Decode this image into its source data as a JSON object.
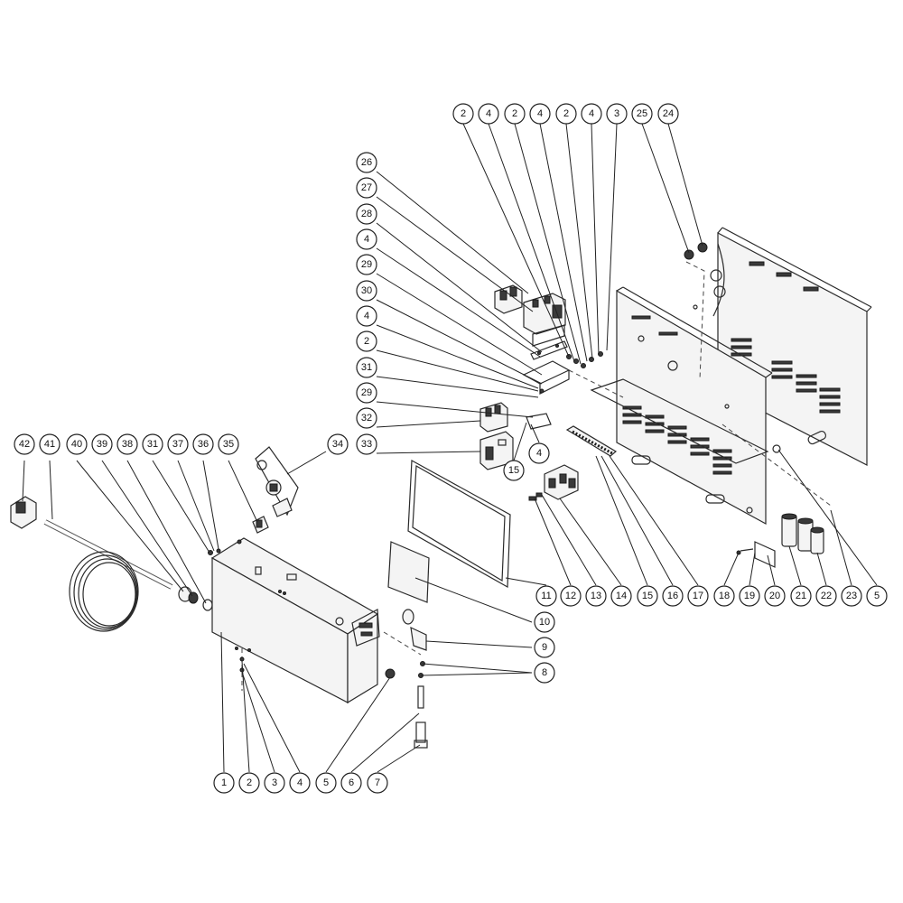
{
  "balloons": [
    "1",
    "2",
    "3",
    "4",
    "5",
    "6",
    "7",
    "8",
    "9",
    "10",
    "11",
    "12",
    "13",
    "14",
    "15",
    "16",
    "17",
    "18",
    "19",
    "20",
    "21",
    "22",
    "23",
    "24",
    "25",
    "26",
    "27",
    "28",
    "29",
    "30",
    "31",
    "32",
    "33",
    "34",
    "35",
    "36",
    "37",
    "38",
    "39",
    "40",
    "41",
    "42"
  ],
  "colors": {
    "line": "#2a2a2a",
    "background": "#ffffff",
    "panel_fill": "#f4f4f4"
  }
}
